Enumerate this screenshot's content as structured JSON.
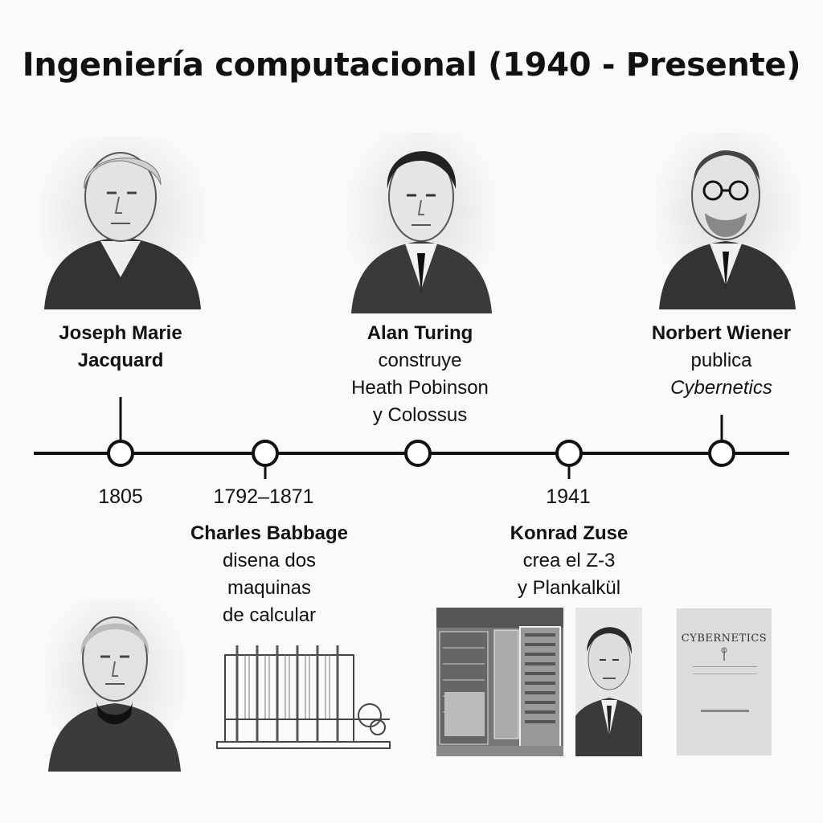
{
  "title": "Ingeniería computacional (1940 - Presente)",
  "events_top": [
    {
      "name": "Joseph Marie",
      "name2": "Jacquard",
      "portrait_icon": "jacquard-portrait"
    },
    {
      "name": "Alan Turing",
      "lines": [
        "construye",
        "Heath Pobinson",
        "y Colossus"
      ],
      "portrait_icon": "turing-portrait"
    },
    {
      "name": "Norbert Wiener",
      "lines": [
        "publica"
      ],
      "italic": "Cybernetics",
      "portrait_icon": "wiener-portrait"
    }
  ],
  "years": [
    "1805",
    "1792–1871",
    "1941"
  ],
  "events_bottom": [
    {
      "name": "Charles Babbage",
      "lines": [
        "disena dos",
        "maquinas",
        "de calcular"
      ],
      "image_icon": "difference-engine-drawing"
    },
    {
      "name": "Konrad Zuse",
      "lines": [
        "crea el Z-3",
        "y Plankalkül"
      ],
      "image_icon": "z3-computer-photo"
    }
  ],
  "book": {
    "title": "CYBERNETICS"
  },
  "colors": {
    "line": "#111111",
    "node_fill": "#ffffff",
    "background": "#fafafa"
  }
}
